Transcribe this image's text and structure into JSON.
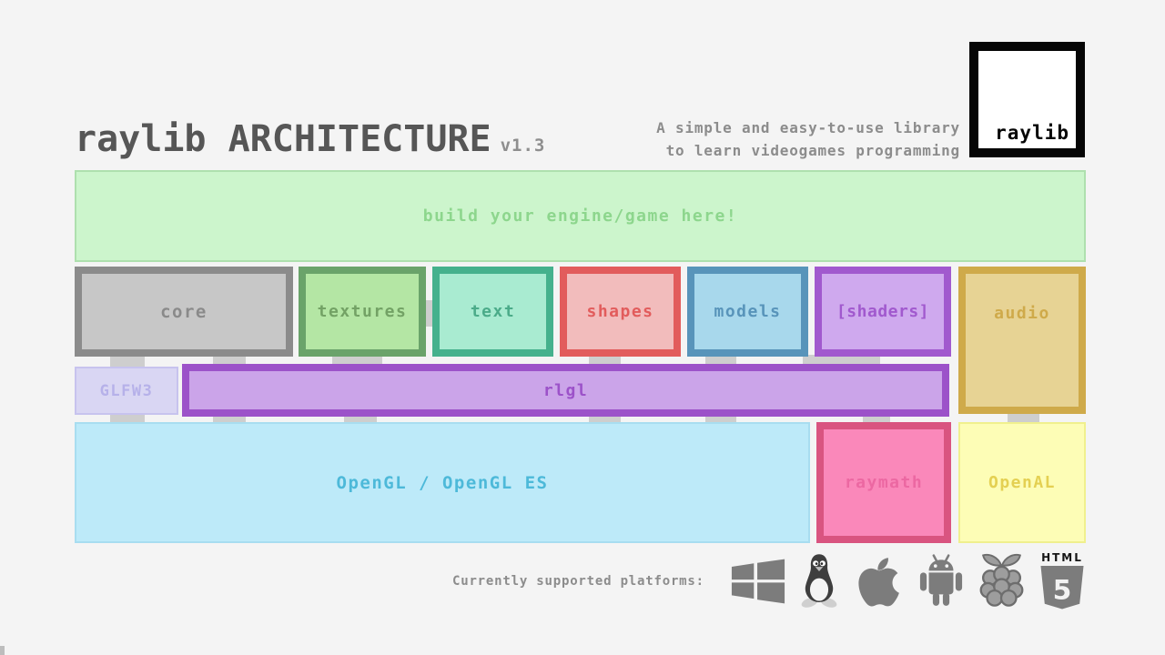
{
  "header": {
    "title": "raylib ARCHITECTURE",
    "version": "v1.3",
    "tagline_line1": "A simple and easy-to-use library",
    "tagline_line2": "to learn videogames programming",
    "logo_text": "raylib"
  },
  "diagram": {
    "engine_box": "build your engine/game here!",
    "modules": [
      {
        "label": "core",
        "color": "#8b8b8b"
      },
      {
        "label": "textures",
        "color": "#6aa36a"
      },
      {
        "label": "text",
        "color": "#45b18d"
      },
      {
        "label": "shapes",
        "color": "#e25c5c"
      },
      {
        "label": "models",
        "color": "#5894ba"
      },
      {
        "label": "[shaders]",
        "color": "#a159ce"
      },
      {
        "label": "audio",
        "color": "#cfaa4a"
      }
    ],
    "glfw3": "GLFW3",
    "rlgl": "rlgl",
    "opengl": "OpenGL / OpenGL ES",
    "raymath": "raymath",
    "openal": "OpenAL"
  },
  "platforms": {
    "label": "Currently supported platforms:",
    "items": [
      {
        "name": "windows"
      },
      {
        "name": "linux"
      },
      {
        "name": "apple"
      },
      {
        "name": "android"
      },
      {
        "name": "raspberry-pi"
      },
      {
        "name": "html5"
      }
    ],
    "html5_wordmark": "HTML",
    "html5_number": "5"
  },
  "colors": {
    "background": "#f4f4f4",
    "title_text": "#565656",
    "muted_text": "#8c8c8c",
    "engine_fill": "#ccf5cc",
    "rlgl_accent": "#9c52c9",
    "glfw3_fill": "#d9d6f3",
    "opengl_fill": "#bdeaf9",
    "raymath_accent": "#d95480",
    "openal_fill": "#fdfdb6",
    "connector": "#cecece",
    "icon_gray": "#7c7c7c"
  }
}
